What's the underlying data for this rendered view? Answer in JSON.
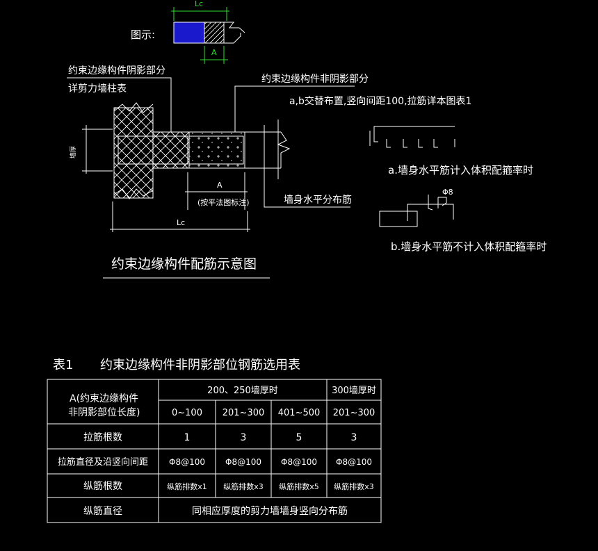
{
  "colors": {
    "background": "#000000",
    "lines": "#ffffff",
    "dimension": "#2ee02e",
    "legend_fill": "#1a1acc"
  },
  "legend": {
    "label": "图示:",
    "dim_lc": "Lc",
    "dim_a": "A"
  },
  "diagram": {
    "shadow_callout": [
      "约束边缘构件阴影部分",
      "详剪力墙柱表"
    ],
    "nonshadow_callout": "约束边缘构件非阴影部分",
    "ab_note": "a,b交替布置,竖向间距100,拉筋详本图表1",
    "height_dim": "墙厚",
    "dim_a": "A",
    "dim_a_note": "(按平法图标注)",
    "dim_lc": "Lc",
    "wall_bar_label": "墙身水平分布筋",
    "detail_a_label": "a.墙身水平筋计入体积配箍率时",
    "detail_b_rebar": "Φ8",
    "detail_b_label": "b.墙身水平筋不计入体积配箍率时",
    "title": "约束边缘构件配筋示意图"
  },
  "table": {
    "caption_no": "表1",
    "caption_title": "约束边缘构件非阴影部位钢筋选用表",
    "row_header": [
      "A(约束边缘构件",
      "非阴影部位长度)"
    ],
    "group_200_250": "200、250墙厚时",
    "group_300": "300墙厚时",
    "ranges": [
      "0~100",
      "201~300",
      "401~500",
      "201~300"
    ],
    "rows": [
      {
        "label": "拉筋根数",
        "cells": [
          "1",
          "3",
          "5",
          "3"
        ]
      },
      {
        "label": "拉筋直径及沿竖向间距",
        "cells": [
          "Φ8@100",
          "Φ8@100",
          "Φ8@100",
          "Φ8@100"
        ]
      },
      {
        "label": "纵筋根数",
        "cells": [
          "纵筋排数x1",
          "纵筋排数x3",
          "纵筋排数x5",
          "纵筋排数x3"
        ]
      }
    ],
    "last_row": {
      "label": "纵筋直径",
      "merged": "同相应厚度的剪力墙墙身竖向分布筋"
    }
  }
}
